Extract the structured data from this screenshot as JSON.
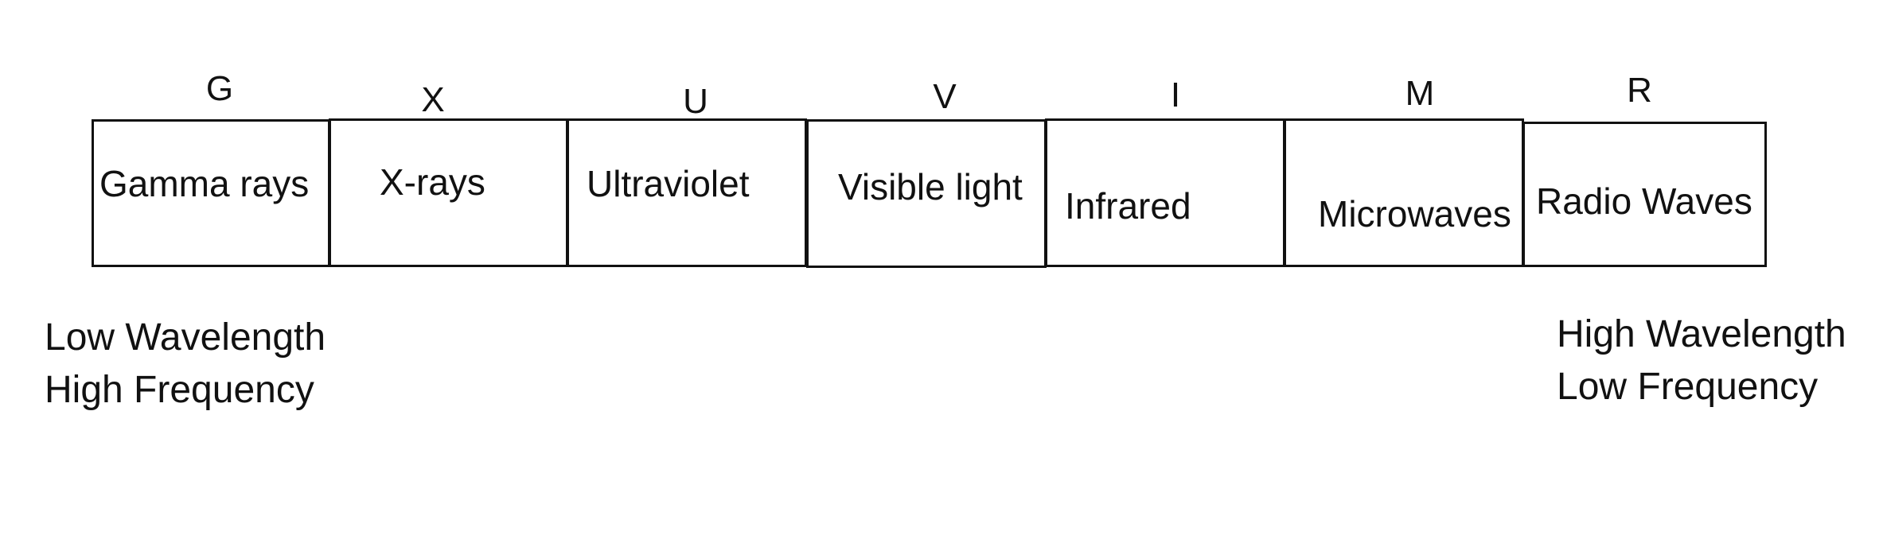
{
  "spectrum": {
    "bands": [
      {
        "letter": "G",
        "label": "Gamma rays"
      },
      {
        "letter": "X",
        "label": "X-rays"
      },
      {
        "letter": "U",
        "label": "Ultraviolet"
      },
      {
        "letter": "V",
        "label": "Visible light"
      },
      {
        "letter": "I",
        "label": "Infrared"
      },
      {
        "letter": "M",
        "label": "Microwaves"
      },
      {
        "letter": "R",
        "label": "Radio Waves"
      }
    ]
  },
  "left_note": {
    "line1": "Low Wavelength",
    "line2": "High Frequency"
  },
  "right_note": {
    "line1": "High Wavelength",
    "line2": "Low Frequency"
  }
}
